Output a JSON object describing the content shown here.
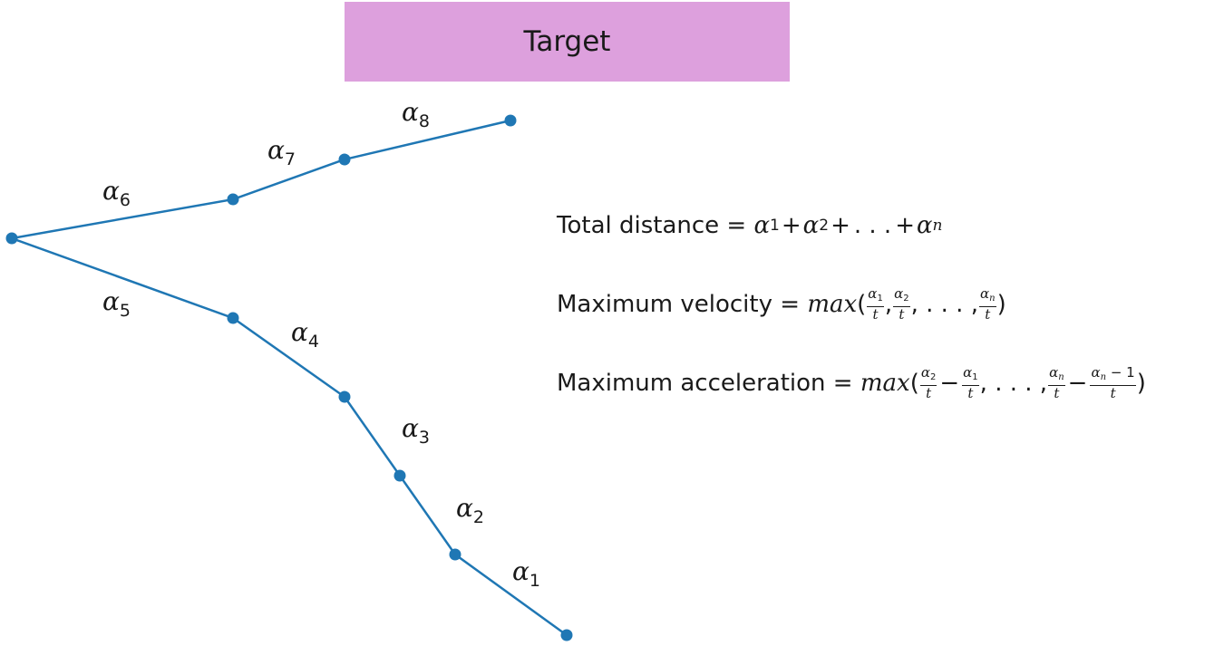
{
  "target": {
    "label": "Target",
    "color": "#dda0dd"
  },
  "path": {
    "color": "#1f77b4",
    "segments": [
      {
        "sym": "α",
        "sub": "1"
      },
      {
        "sym": "α",
        "sub": "2"
      },
      {
        "sym": "α",
        "sub": "3"
      },
      {
        "sym": "α",
        "sub": "4"
      },
      {
        "sym": "α",
        "sub": "5"
      },
      {
        "sym": "α",
        "sub": "6"
      },
      {
        "sym": "α",
        "sub": "7"
      },
      {
        "sym": "α",
        "sub": "8"
      }
    ]
  },
  "equations": {
    "distance": {
      "lhs": "Total distance =",
      "t1": "α",
      "s1": "1",
      "plus1": "+",
      "t2": "α",
      "s2": "2",
      "plus2": "+",
      "dots": ". . .",
      "plus3": "+",
      "tn": "α",
      "sn": "n"
    },
    "velocity": {
      "lhs": "Maximum velocity =",
      "fn": "max",
      "open": "(",
      "close": ")",
      "f1n": "α",
      "f1s": "1",
      "f1d": "t",
      "f2n": "α",
      "f2s": "2",
      "f2d": "t",
      "dots": ", . . . ,",
      "f3n": "α",
      "f3s": "n",
      "f3d": "t",
      "comma": ","
    },
    "acceleration": {
      "lhs": "Maximum acceleration =",
      "fn": "max",
      "open": "(",
      "close": ")",
      "f1n": "α",
      "f1s": "2",
      "f1d": "t",
      "minus1": "−",
      "f2n": "α",
      "f2s": "1",
      "f2d": "t",
      "dots": ", . . . ,",
      "f3n": "α",
      "f3s": "n",
      "f3d": "t",
      "minus2": "−",
      "f4n": "α",
      "f4s": "n",
      "f4tail": " − 1",
      "f4d": "t"
    }
  }
}
